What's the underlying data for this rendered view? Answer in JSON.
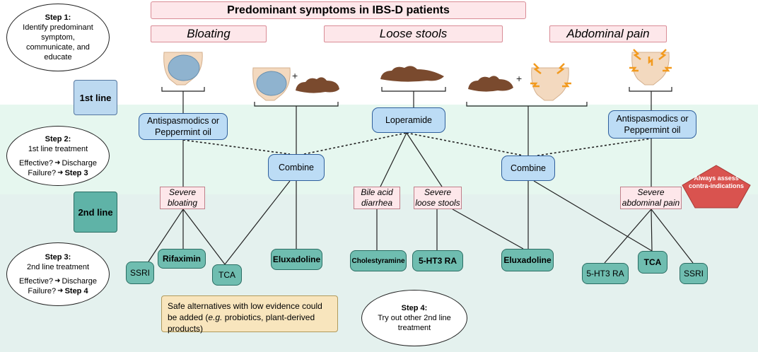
{
  "title": "Predominant symptoms in IBS-D patients",
  "symptoms": [
    "Bloating",
    "Loose stools",
    "Abdominal pain"
  ],
  "steps": {
    "step1": {
      "heading": "Step 1:",
      "text": "Identify predominant symptom, communicate, and educate"
    },
    "step2": {
      "heading": "Step 2:",
      "line1": "1st line treatment",
      "effective": "Effective?",
      "discharge": "Discharge",
      "failure": "Failure?",
      "next": "Step 3"
    },
    "step3": {
      "heading": "Step 3:",
      "line1": "2nd line treatment",
      "effective": "Effective?",
      "discharge": "Discharge",
      "failure": "Failure?",
      "next": "Step 4"
    },
    "step4": {
      "heading": "Step 4:",
      "text": "Try out other 2nd line treatment"
    }
  },
  "line_labels": {
    "first": "1st line",
    "second": "2nd line"
  },
  "first_line": {
    "antispasmodics_left": "Antispasmodics or Peppermint oil",
    "loperamide": "Loperamide",
    "antispasmodics_right": "Antispasmodics or Peppermint oil",
    "combine_left": "Combine",
    "combine_right": "Combine"
  },
  "severity": {
    "severe_bloating": "Severe bloating",
    "bile_acid": "Bile acid diarrhea",
    "severe_loose": "Severe loose stools",
    "severe_pain": "Severe abdominal pain"
  },
  "treatments": {
    "ssri_left": "SSRI",
    "rifaximin": "Rifaximin",
    "tca_left": "TCA",
    "eluxadoline_left": "Eluxadoline",
    "cholestyramine": "Cholestyramine",
    "ht3_mid": "5-HT3 RA",
    "eluxadoline_right": "Eluxadoline",
    "ht3_right": "5-HT3 RA",
    "tca_right": "TCA",
    "ssri_right": "SSRI"
  },
  "note": {
    "line1": "Safe alternatives with low evidence could be added (",
    "eg": "e.g.",
    "line2": " probiotics, plant-derived products)"
  },
  "warning": "Always assess contra-indications",
  "colors": {
    "pink": "#fde7ea",
    "blue": "#bcdcf5",
    "teal": "#6fbdb0",
    "warning": "#d9534f",
    "stool": "#7a4a2e",
    "belly": "#f3d9bf",
    "bloat": "#8fb3cf",
    "pain": "#f29a1e"
  }
}
